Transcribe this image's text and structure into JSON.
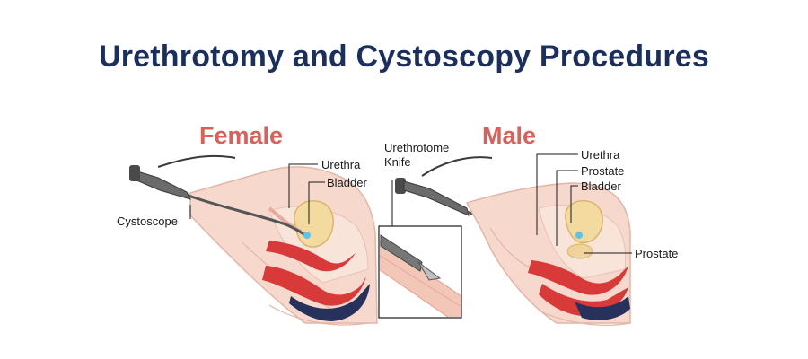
{
  "title": "Urethrotomy and Cystoscopy Procedures",
  "female": {
    "heading": "Female",
    "labels": {
      "urethra": "Urethra",
      "bladder": "Bladder",
      "cystoscope": "Cystoscope"
    }
  },
  "inset": {
    "label_line1": "Urethrotome",
    "label_line2": "Knife"
  },
  "male": {
    "heading": "Male",
    "labels": {
      "urethra": "Urethra",
      "prostate_top": "Prostate",
      "bladder": "Bladder",
      "prostate_side": "Prostate"
    }
  },
  "colors": {
    "title": "#1b2f5f",
    "heading": "#d9615a",
    "skin": "#f6d9cc",
    "tissue_red": "#d83a3a",
    "dark_blue": "#26315c",
    "bladder_yellow": "#f3dba0",
    "scope_gray": "#6b6b6b"
  }
}
